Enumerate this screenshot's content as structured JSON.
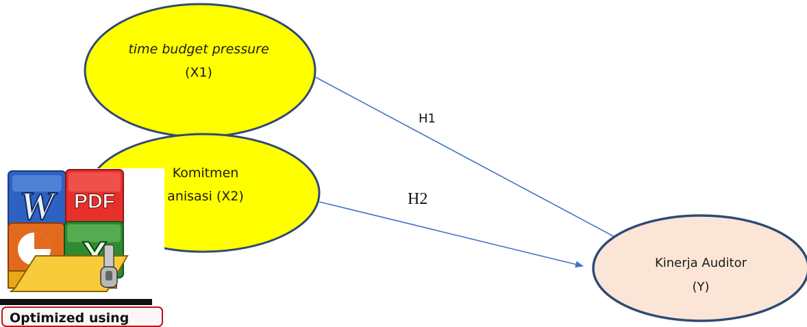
{
  "nodes": {
    "x1": {
      "label_italic": "time budget pressure",
      "label_suffix": " (X1)",
      "fill": "#FFFF00",
      "stroke": "#2E4A73"
    },
    "x2": {
      "line1": "Komitmen",
      "line2": "anisasi (X2)",
      "fill": "#FFFF00",
      "stroke": "#2E4A73"
    },
    "y": {
      "line1": "Kinerja Auditor",
      "line2": "(Y)",
      "fill": "#FBE5D6",
      "stroke": "#2E4A73"
    }
  },
  "edges": {
    "h1": {
      "label": "H1",
      "color": "#4472C4"
    },
    "h2": {
      "label": "H2",
      "color": "#4472C4"
    }
  },
  "watermark": {
    "icon_tiles": [
      "W",
      "PDF",
      "X"
    ],
    "caption": "Optimized using",
    "accent": "#B7121E"
  }
}
